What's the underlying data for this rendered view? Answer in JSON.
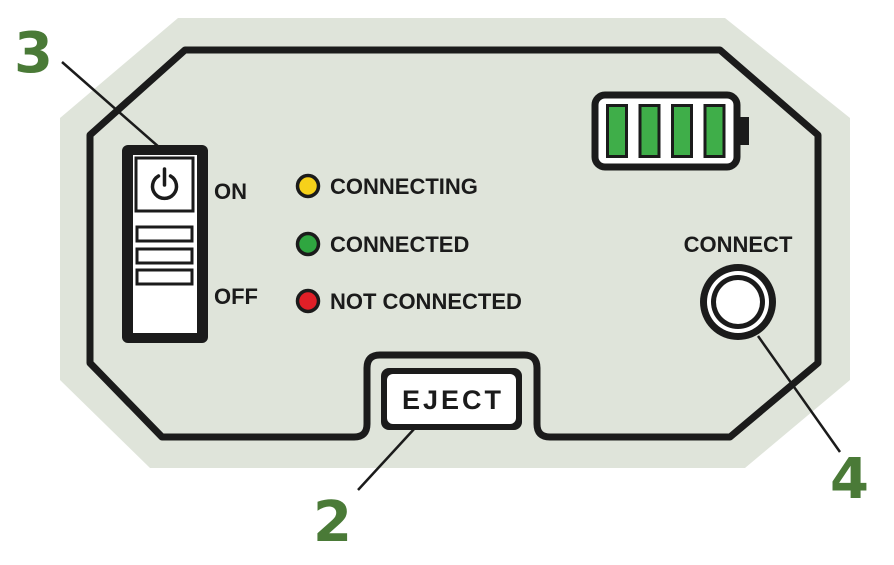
{
  "switch": {
    "on_label": "ON",
    "off_label": "OFF"
  },
  "status_lights": [
    {
      "label": "CONNECTING",
      "color": "#f6d11a"
    },
    {
      "label": "CONNECTED",
      "color": "#2fa640"
    },
    {
      "label": "NOT CONNECTED",
      "color": "#e01f27"
    }
  ],
  "battery": {
    "level_fraction": 1.0,
    "bars_lit": 4,
    "bars_total": 4,
    "color": "#3fae49"
  },
  "connect_button": {
    "label": "CONNECT"
  },
  "eject_button": {
    "label": "EJECT"
  },
  "callouts": {
    "switch": "3",
    "eject": "2",
    "connect": "4"
  },
  "colors": {
    "panel_fill": "#dfe4da",
    "outline": "#1b1b1b",
    "callout_green": "#4a7a37"
  }
}
